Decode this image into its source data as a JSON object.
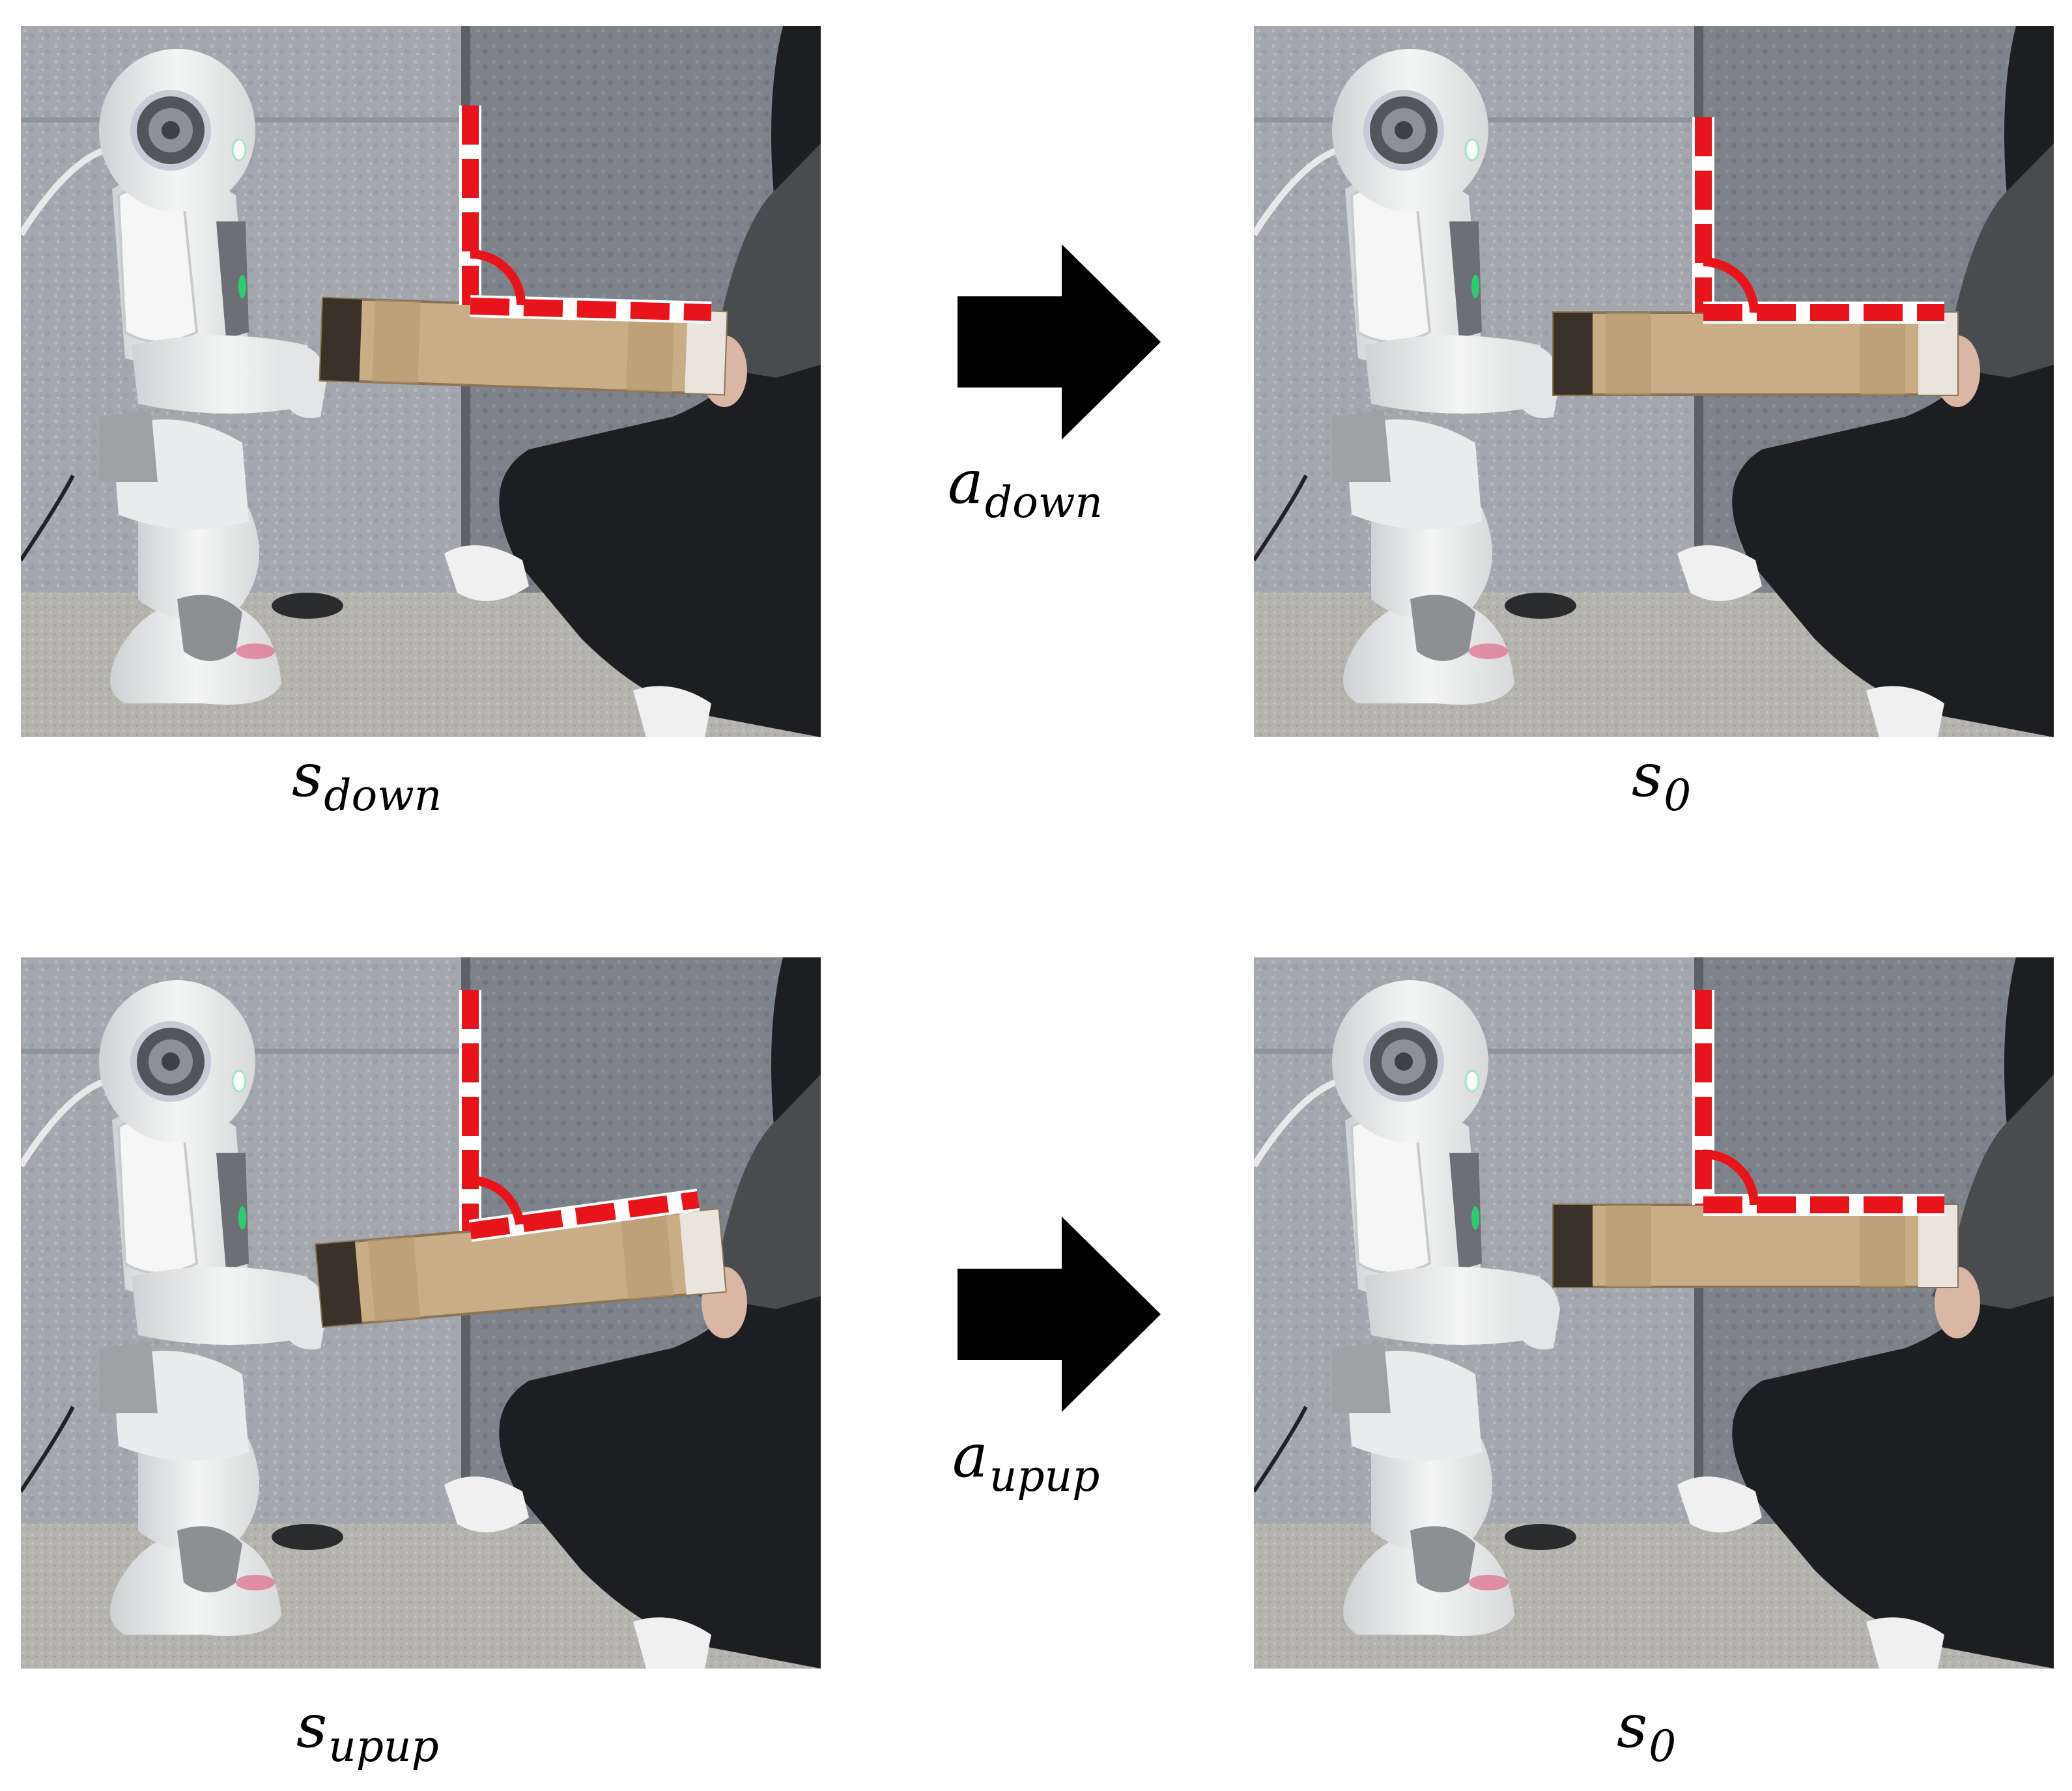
{
  "panels": [
    {
      "id": "top-left",
      "label_main": "s",
      "label_sub": "down",
      "box_angle": 2
    },
    {
      "id": "top-right",
      "label_main": "s",
      "label_sub": "0",
      "box_angle": 0
    },
    {
      "id": "bottom-left",
      "label_main": "s",
      "label_sub": "upup",
      "box_angle": -5
    },
    {
      "id": "bottom-right",
      "label_main": "s",
      "label_sub": "0",
      "box_angle": 0
    }
  ],
  "actions": [
    {
      "label_main": "a",
      "label_sub": "down"
    },
    {
      "label_main": "a",
      "label_sub": "upup"
    }
  ],
  "colors": {
    "marker": "#e8141c",
    "arrow": "#000000",
    "wall": "#a9adb2",
    "floor": "#b8b6b1",
    "box": "#c9ad86"
  }
}
